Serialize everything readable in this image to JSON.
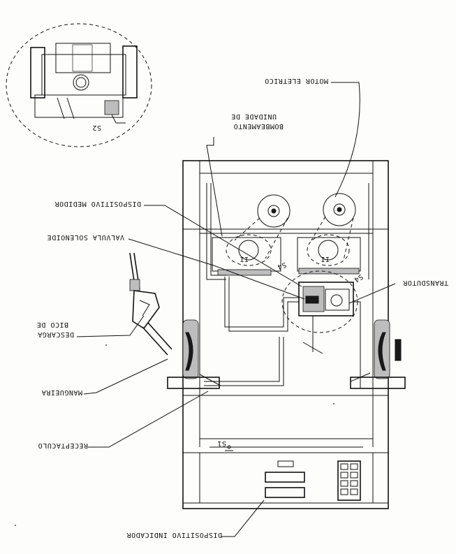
{
  "labels": {
    "motor": "MOTOR ELETRICO",
    "unidade_line1": "UNIDADE DE",
    "unidade_line2": "BOMBEAMENTO",
    "medidor": "DISPOSITIVO MEDIDOR",
    "solenoide": "VALVULA SOLENOIDE",
    "transdutor": "TRANSDUTOR",
    "bico_line1": "BICO DE",
    "bico_line2": "DESCARGA",
    "mangueira": "MANGUEIRA",
    "receptaculo": "RECEPTACULO",
    "indicador": "DISPOSITIVO INDICADOR"
  },
  "markers": {
    "s1": "S1",
    "s2": "S2",
    "s4_left": "S4",
    "s4_right": "S4",
    "motor_num_left": "II",
    "motor_num_right": "II"
  }
}
